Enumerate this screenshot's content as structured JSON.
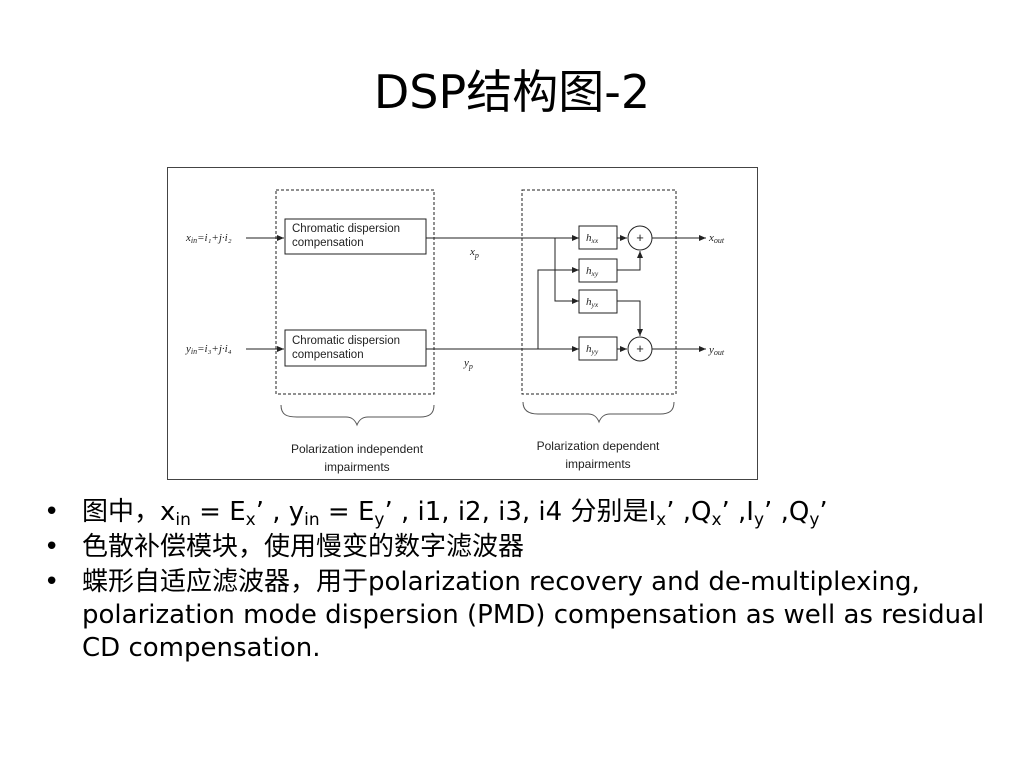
{
  "slide": {
    "title": "DSP结构图-2"
  },
  "diagram": {
    "inputs": [
      {
        "main": "x",
        "sub": "in",
        "expr": "=i₁+j·i₂"
      },
      {
        "main": "y",
        "sub": "in",
        "expr": "=i₃+j·i₄"
      }
    ],
    "cd_block_label_1": "Chromatic dispersion",
    "cd_block_label_2": "compensation",
    "intermediate": [
      {
        "main": "x",
        "sub": "p"
      },
      {
        "main": "y",
        "sub": "p"
      }
    ],
    "filters": [
      {
        "main": "h",
        "sub": "xx"
      },
      {
        "main": "h",
        "sub": "xy"
      },
      {
        "main": "h",
        "sub": "yx"
      },
      {
        "main": "h",
        "sub": "yy"
      }
    ],
    "adder_symbol": "+",
    "outputs": [
      {
        "main": "x",
        "sub": "out"
      },
      {
        "main": "y",
        "sub": "out"
      }
    ],
    "group_left_line1": "Polarization independent",
    "group_left_line2": "impairments",
    "group_right_line1": "Polarization dependent",
    "group_right_line2": "impairments"
  },
  "bullets": {
    "marker": "•",
    "b1": {
      "p1": "图中，x",
      "s1": "in",
      "p2": " = E",
      "s2": "x",
      "p3": "’ , y",
      "s3": "in",
      "p4": " = E",
      "s4": "y",
      "p5": "’ , i1, i2, i3, i4 分别是I",
      "s5": "x",
      "p6": "’ ,Q",
      "s6": "x",
      "p7": "’ ,I",
      "s7": "y",
      "p8": "’ ,Q",
      "s8": "y",
      "p9": "’"
    },
    "b2": "色散补偿模块，使用慢变的数字滤波器",
    "b3": "蝶形自适应滤波器，用于polarization recovery and de-multiplexing, polarization mode dispersion (PMD) compensation as well as residual CD compensation."
  }
}
